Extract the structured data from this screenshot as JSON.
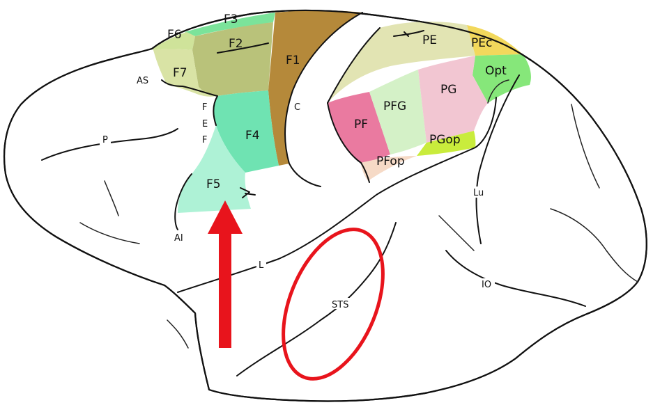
{
  "areas": {
    "F1": {
      "label": "F1",
      "color": "#b5893a"
    },
    "F2": {
      "label": "F2",
      "color": "#b9c27a"
    },
    "F3": {
      "label": "F3",
      "color": "#7be39a"
    },
    "F4": {
      "label": "F4",
      "color": "#6fe3b2"
    },
    "F5": {
      "label": "F5",
      "color": "#aef2d6"
    },
    "F6": {
      "label": "F6",
      "color": "#cfe39a"
    },
    "F7": {
      "label": "F7",
      "color": "#d9e3a5"
    },
    "PE": {
      "label": "PE",
      "color": "#e2e4b3"
    },
    "PEc": {
      "label": "PEc",
      "color": "#f2d85c"
    },
    "Opt": {
      "label": "Opt",
      "color": "#86e77a"
    },
    "PF": {
      "label": "PF",
      "color": "#ea7aa0"
    },
    "PFG": {
      "label": "PFG",
      "color": "#d4f1c7"
    },
    "PG": {
      "label": "PG",
      "color": "#f2c6d2"
    },
    "PGop": {
      "label": "PGop",
      "color": "#c9ec3c"
    },
    "PFop": {
      "label": "PFop",
      "color": "#f6dac6"
    }
  },
  "sulci": {
    "AS": "AS",
    "C": "C",
    "FEF": [
      "F",
      "E",
      "F"
    ],
    "P": "P",
    "AI": "AI",
    "L": "L",
    "STS": "STS",
    "Lu": "Lu",
    "IO": "IO"
  },
  "annotations": {
    "arrow_color": "#e8141c",
    "ellipse_color": "#e8141c"
  }
}
